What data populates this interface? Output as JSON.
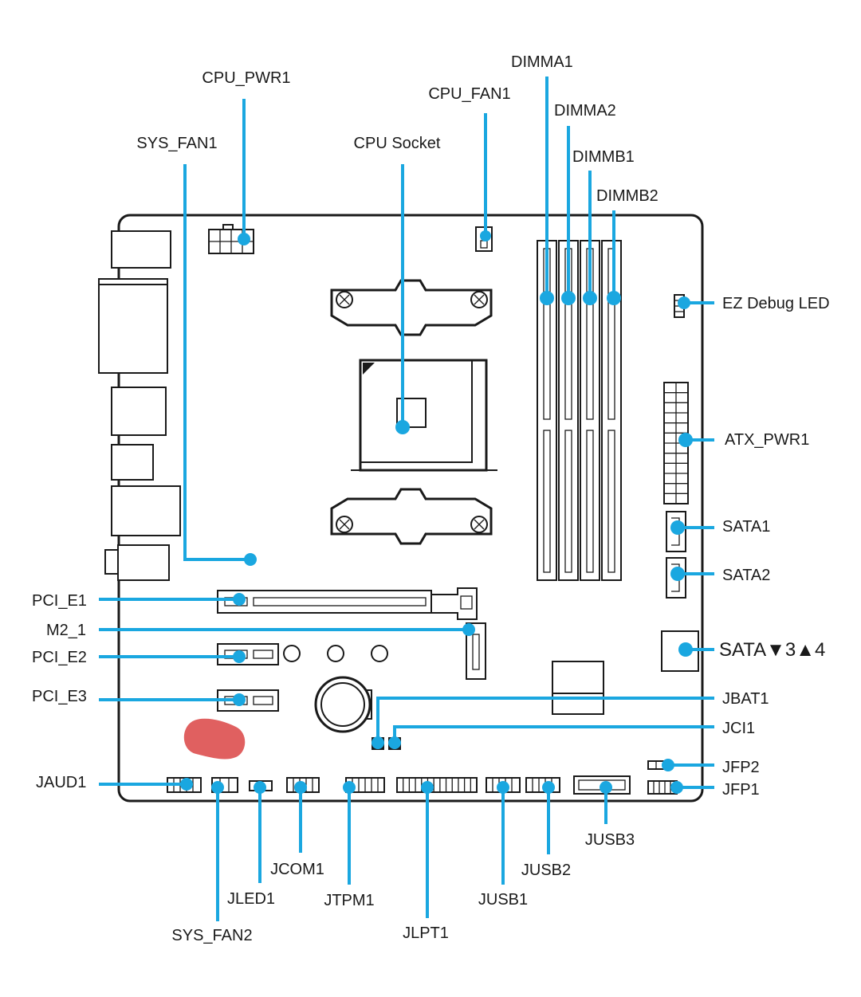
{
  "diagram": {
    "labels": {
      "cpu_pwr1": "CPU_PWR1",
      "sys_fan1": "SYS_FAN1",
      "cpu_socket": "CPU Socket",
      "cpu_fan1": "CPU_FAN1",
      "dimma1": "DIMMA1",
      "dimma2": "DIMMA2",
      "dimmb1": "DIMMB1",
      "dimmb2": "DIMMB2",
      "ez_debug_led": "EZ Debug LED",
      "atx_pwr1": "ATX_PWR1",
      "sata1": "SATA1",
      "sata2": "SATA2",
      "sata34": "SATA▼3▲4",
      "jbat1": "JBAT1",
      "jci1": "JCI1",
      "jfp2": "JFP2",
      "jfp1": "JFP1",
      "pci_e1": "PCI_E1",
      "m2_1": "M2_1",
      "pci_e2": "PCI_E2",
      "pci_e3": "PCI_E3",
      "jaud1": "JAUD1",
      "jusb3": "JUSB3",
      "jusb2": "JUSB2",
      "jusb1": "JUSB1",
      "jlpt1": "JLPT1",
      "jtpm1": "JTPM1",
      "jcom1": "JCOM1",
      "jled1": "JLED1",
      "sys_fan2": "SYS_FAN2"
    },
    "colors": {
      "callout": "#1aa7e0",
      "outline": "#1a1a1a",
      "marker": "#e06060"
    }
  }
}
